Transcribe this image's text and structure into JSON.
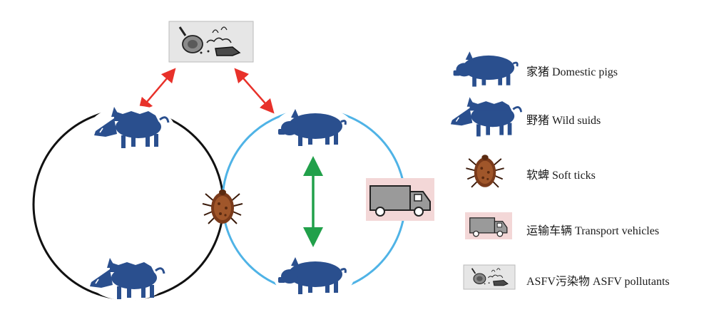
{
  "colors": {
    "pig": "#2a4f8e",
    "wild_cycle": "#111111",
    "domestic_cycle": "#4fb3e6",
    "red_arrow": "#e8312a",
    "green_arrow": "#21a04a",
    "tick_body": "#7a3a1a",
    "vehicle_bg": "#f3d7d7"
  },
  "icons": {
    "domestic_pig": "domestic-pig-icon",
    "wild_suid": "wild-boar-icon",
    "soft_tick": "soft-tick-icon",
    "transport_vehicle": "truck-icon",
    "asfv_pollutants": "pollutant-icon"
  },
  "legend": [
    {
      "key": "domestic_pig",
      "label": "家猪 Domestic pigs"
    },
    {
      "key": "wild_suid",
      "label": "野猪 Wild suids"
    },
    {
      "key": "soft_tick",
      "label": "软蜱 Soft ticks"
    },
    {
      "key": "transport_vehicle",
      "label": "运输车辆 Transport vehicles"
    },
    {
      "key": "asfv_pollutants",
      "label": "ASFV污染物 ASFV pollutants"
    }
  ]
}
